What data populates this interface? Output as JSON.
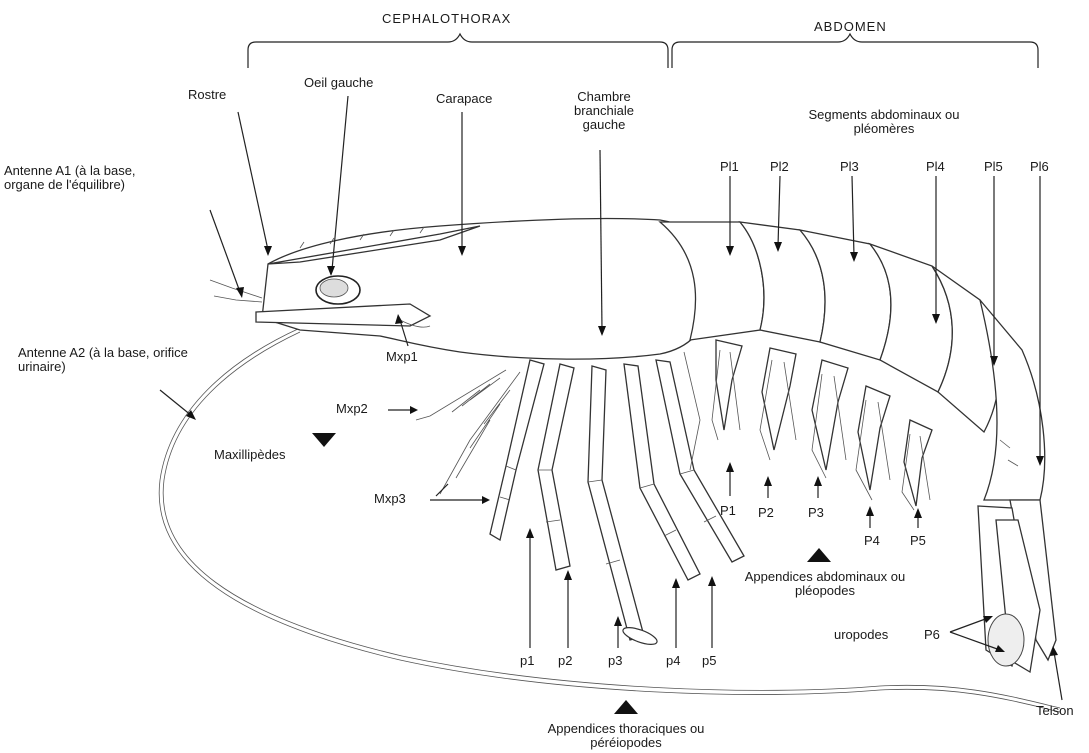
{
  "regions": {
    "cephalothorax": "CEPHALOTHORAX",
    "abdomen": "ABDOMEN"
  },
  "head_labels": {
    "rostre": "Rostre",
    "oeil": "Oeil gauche",
    "carapace": "Carapace",
    "chambre": "Chambre branchiale gauche",
    "antenne_a1": "Antenne A1 (à la base, organe de l'équilibre)",
    "antenne_a2": "Antenne A2 (à la base, orifice urinaire)"
  },
  "maxillipedes": {
    "group": "Maxillipèdes",
    "mxp1": "Mxp1",
    "mxp2": "Mxp2",
    "mxp3": "Mxp3"
  },
  "segments": {
    "title": "Segments abdominaux ou pléomères",
    "items": [
      "Pl1",
      "Pl2",
      "Pl3",
      "Pl4",
      "Pl5",
      "Pl6"
    ]
  },
  "pleopods": {
    "items": [
      "P1",
      "P2",
      "P3",
      "P4",
      "P5"
    ],
    "group": "Appendices abdominaux ou pléopodes"
  },
  "pereiopods": {
    "items": [
      "p1",
      "p2",
      "p3",
      "p4",
      "p5"
    ],
    "group": "Appendices thoraciques ou péréiopodes"
  },
  "tail": {
    "uropodes": "uropodes",
    "p6": "P6",
    "telson": "Telson"
  }
}
